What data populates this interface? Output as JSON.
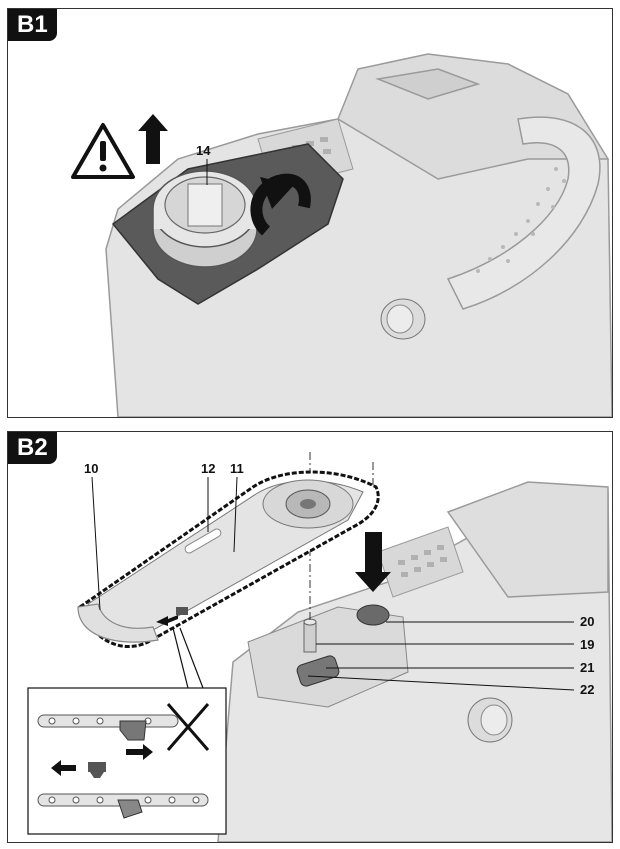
{
  "figures": [
    {
      "id": "B1",
      "callouts": [
        "14"
      ],
      "icons": [
        "warning-triangle-icon",
        "up-arrow-icon",
        "rotate-arrow-icon"
      ]
    },
    {
      "id": "B2",
      "callouts": [
        "10",
        "12",
        "11",
        "20",
        "19",
        "21",
        "22"
      ],
      "icons": [
        "down-arrow-icon",
        "left-arrow-icon",
        "right-arrow-icon",
        "cross-mark-icon",
        "chain-link-icon"
      ]
    }
  ]
}
